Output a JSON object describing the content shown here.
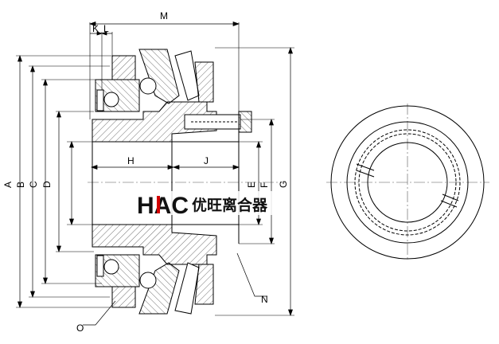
{
  "labels": {
    "A": "A",
    "B": "B",
    "C": "C",
    "D": "D",
    "E": "E",
    "F": "F",
    "G": "G",
    "H": "H",
    "J": "J",
    "K": "K",
    "L": "L",
    "M": "M",
    "N": "N",
    "O": "O"
  },
  "logo": {
    "brand": "HAC",
    "chinese": "优旺离合器",
    "accent_color": "#d40000"
  },
  "colors": {
    "line": "#000000",
    "hatch": "#333333",
    "centerline": "#555555"
  }
}
